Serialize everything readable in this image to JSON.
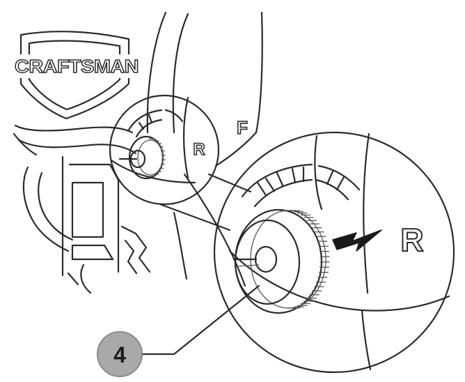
{
  "brand": {
    "logo_text": "CRAFTSMAN"
  },
  "tool_labels": {
    "reverse": "R",
    "forward": "F"
  },
  "callout": {
    "number": "4"
  },
  "colors": {
    "line": "#2a2a2a",
    "callout_fill": "#a9a9a9",
    "callout_text": "#1a1a1a",
    "background": "#ffffff"
  },
  "icons": {
    "direction_arrow": "arrow-left-icon"
  }
}
